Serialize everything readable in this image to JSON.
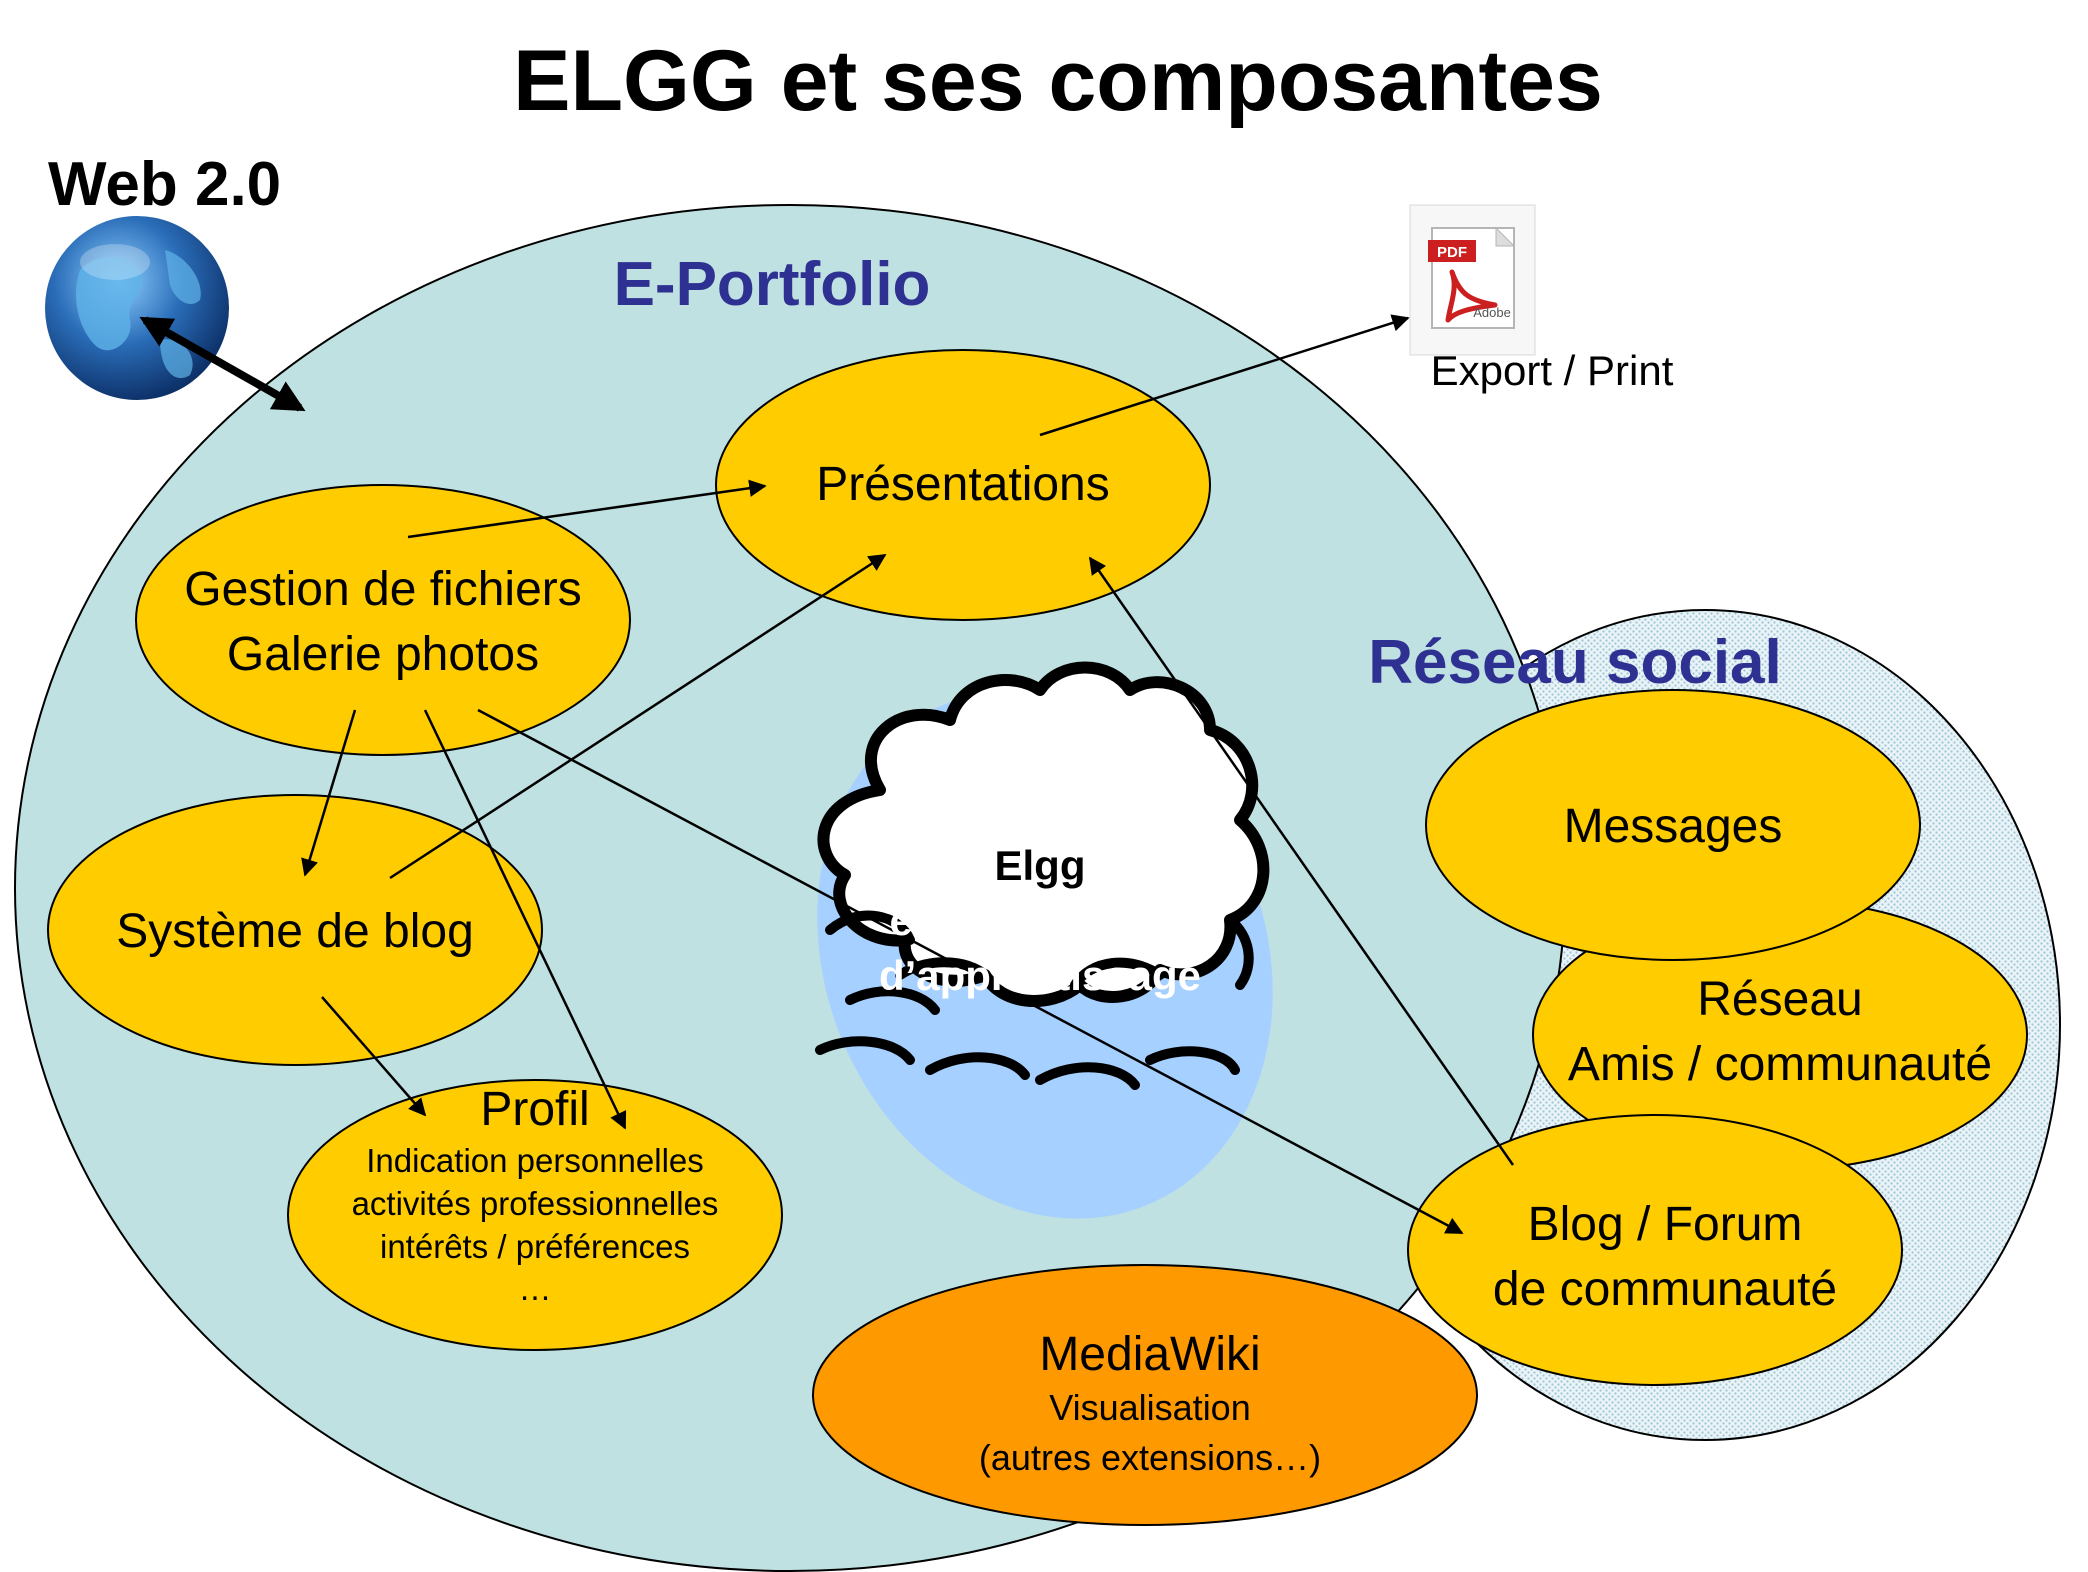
{
  "title": "ELGG et ses composantes",
  "web": {
    "label": "Web 2.0"
  },
  "eportfolio": {
    "label": "E-Portfolio"
  },
  "reseau_social": {
    "label": "Réseau social"
  },
  "nodes": {
    "presentations": {
      "label": "Présentations"
    },
    "gestion": {
      "line1": "Gestion de fichiers",
      "line2": "Galerie photos"
    },
    "blog": {
      "label": "Système de blog"
    },
    "profil": {
      "title": "Profil",
      "line1": "Indication personnelles",
      "line2": "activités professionnelles",
      "line3": "intérêts / préférences",
      "line4": "…"
    },
    "messages": {
      "label": "Messages"
    },
    "reseau": {
      "line1": "Réseau",
      "line2": "Amis / communauté"
    },
    "forum": {
      "line1": "Blog / Forum",
      "line2": "de communauté"
    },
    "mediawiki": {
      "title": "MediaWiki",
      "line1": "Visualisation",
      "line2": "(autres extensions…)"
    }
  },
  "cloud": {
    "line1": "Elgg",
    "line2": "environnement",
    "line3": "d’apprentissage"
  },
  "export": {
    "label": "Export / Print",
    "icon_badge": "PDF",
    "icon_brand": "Adobe"
  },
  "colors": {
    "eportfolio_fill": "#bfe1e1",
    "node_fill": "#ffcc00",
    "mediawiki_fill": "#ff9900",
    "cloud_bg": "#a6d0ff",
    "title_navy": "#2e3192"
  }
}
